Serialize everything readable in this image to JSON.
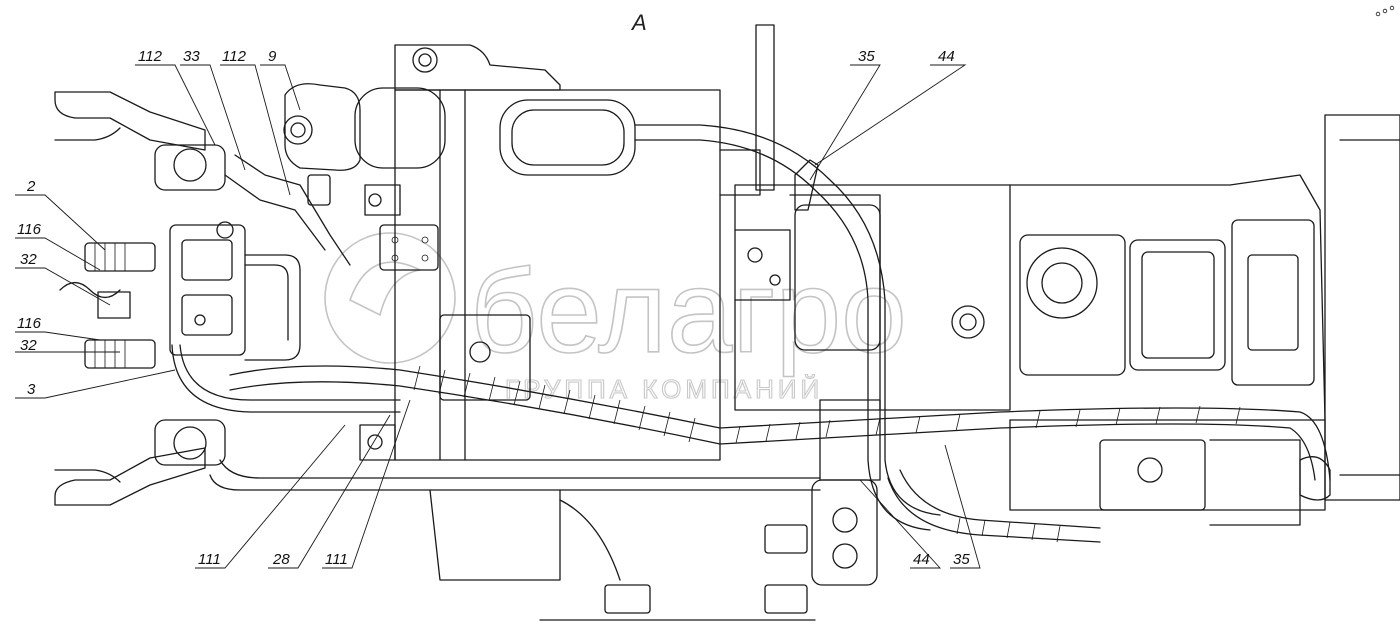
{
  "view_label": "A",
  "callouts": {
    "c112a": "112",
    "c33": "33",
    "c112b": "112",
    "c9": "9",
    "c35top": "35",
    "c44top": "44",
    "c2": "2",
    "c116a": "116",
    "c32a": "32",
    "c116b": "116",
    "c32b": "32",
    "c3": "3",
    "c111a": "111",
    "c28": "28",
    "c111b": "111",
    "c44bot": "44",
    "c35bot": "35"
  },
  "watermark": {
    "brand": "белагро",
    "subtitle": "ГРУППА КОМПАНИЙ"
  }
}
